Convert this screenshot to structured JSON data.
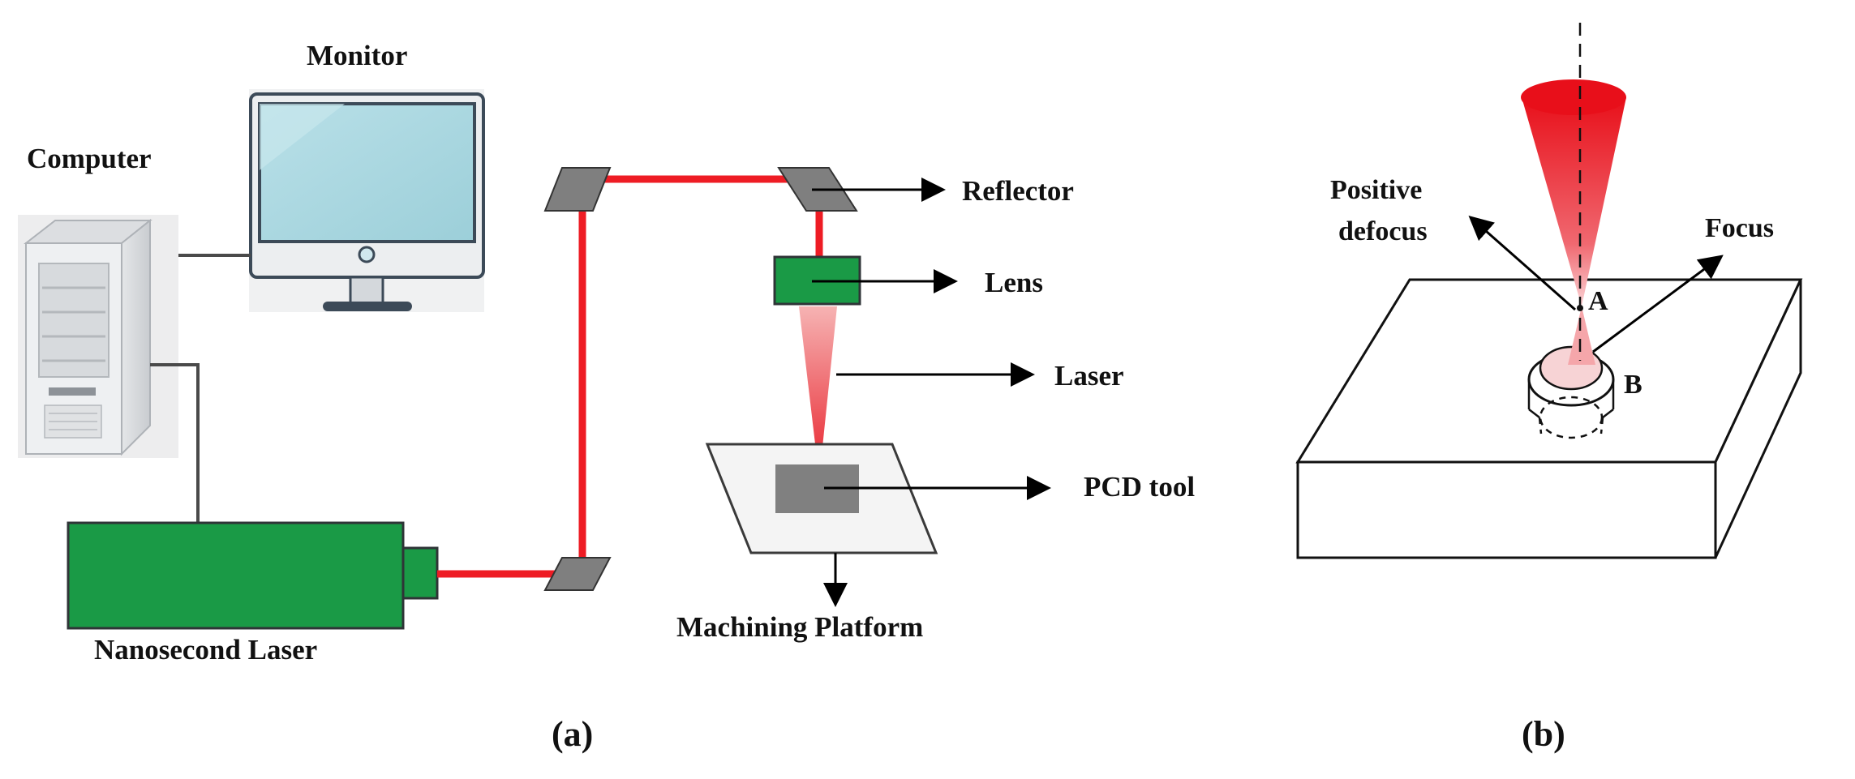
{
  "panel_a": {
    "caption": "(a)",
    "labels": {
      "monitor": "Monitor",
      "computer": "Computer",
      "nanosecond_laser": "Nanosecond Laser",
      "reflector": "Reflector",
      "lens": "Lens",
      "laser": "Laser",
      "pcd_tool": "PCD tool",
      "machining_platform": "Machining Platform"
    }
  },
  "panel_b": {
    "caption": "(b)",
    "labels": {
      "positive_defocus_line1": "Positive",
      "positive_defocus_line2": "defocus",
      "focus": "Focus",
      "point_a": "A",
      "point_b": "B"
    }
  },
  "colors": {
    "laser_beam": "#ee1c24",
    "laser_body": "#1a9a46",
    "mirror": "#7f7f7f",
    "tool": "#808080",
    "monitor_screen": "#a9d6de",
    "monitor_frame": "#3c4a58"
  }
}
